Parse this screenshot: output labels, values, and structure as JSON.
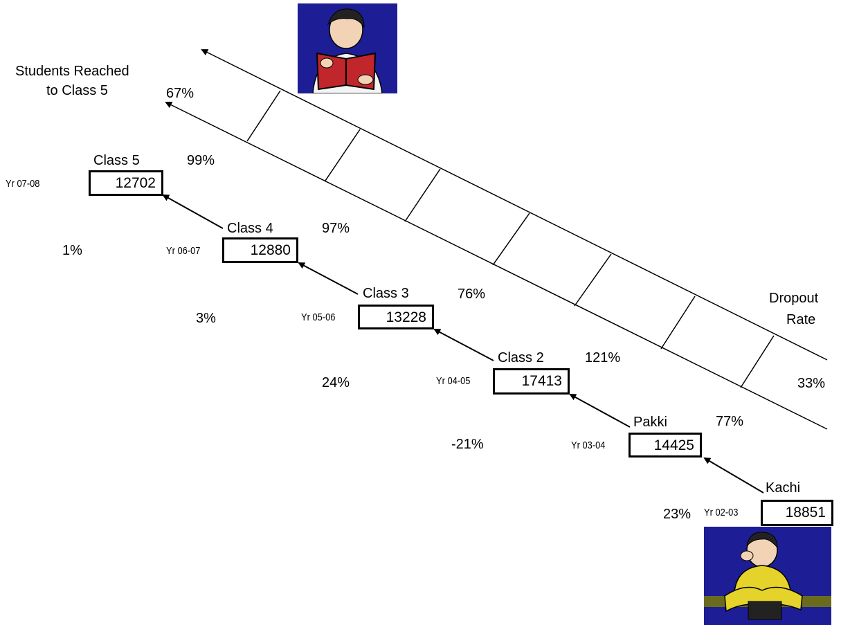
{
  "title_reached": [
    "Students Reached",
    "to Class 5"
  ],
  "reached_pct": "67%",
  "dropout_label": [
    "Dropout",
    "Rate"
  ],
  "dropout_pct": "33%",
  "classes": [
    {
      "name": "Kachi",
      "year": "Yr 02-03",
      "count": "18851",
      "progress_pct": "77%",
      "drop_pct": "23%"
    },
    {
      "name": "Pakki",
      "year": "Yr 03-04",
      "count": "14425",
      "progress_pct": "121%",
      "drop_pct": "-21%"
    },
    {
      "name": "Class 2",
      "year": "Yr 04-05",
      "count": "17413",
      "progress_pct": "76%",
      "drop_pct": "24%"
    },
    {
      "name": "Class 3",
      "year": "Yr 05-06",
      "count": "13228",
      "progress_pct": "97%",
      "drop_pct": "3%"
    },
    {
      "name": "Class 4",
      "year": "Yr 06-07",
      "count": "12880",
      "progress_pct": "99%",
      "drop_pct": "1%"
    },
    {
      "name": "Class 5",
      "year": "Yr 07-08",
      "count": "12702",
      "progress_pct": "",
      "drop_pct": ""
    }
  ],
  "images": {
    "top": "boy-reading-book",
    "bottom": "boy-sitting-dejected"
  }
}
